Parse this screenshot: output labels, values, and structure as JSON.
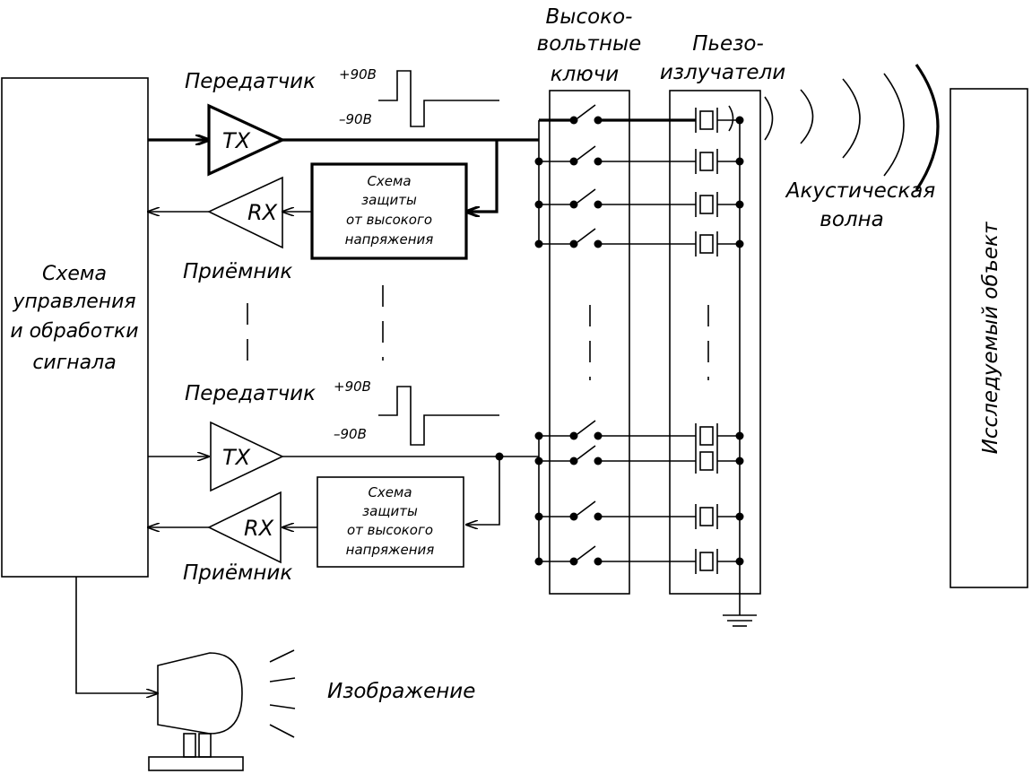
{
  "control_block": {
    "lines": [
      "Схема",
      "управления",
      "и обработки",
      "сигнала"
    ]
  },
  "channel_top": {
    "transmitter_label": "Передатчик",
    "tx_label": "TX",
    "receiver_label": "Приёмник",
    "rx_label": "RX",
    "pulse_high": "+90В",
    "pulse_low": "–90В",
    "protection_lines": [
      "Схема",
      "защиты",
      "от высокого",
      "напряжения"
    ]
  },
  "channel_bottom": {
    "transmitter_label": "Передатчик",
    "tx_label": "TX",
    "receiver_label": "Приёмник",
    "rx_label": "RX",
    "pulse_high": "+90В",
    "pulse_low": "–90В",
    "protection_lines": [
      "Схема",
      "защиты",
      "от высокого",
      "напряжения"
    ]
  },
  "switches": {
    "title_lines": [
      "Высоко-",
      "вольтные",
      "ключи"
    ]
  },
  "piezo": {
    "title_lines": [
      "Пьезо-",
      "излучатели"
    ]
  },
  "wave": {
    "label_lines": [
      "Акустическая",
      "волна"
    ]
  },
  "object": {
    "label": "Исследуемый объект"
  },
  "display": {
    "label": "Изображение"
  }
}
